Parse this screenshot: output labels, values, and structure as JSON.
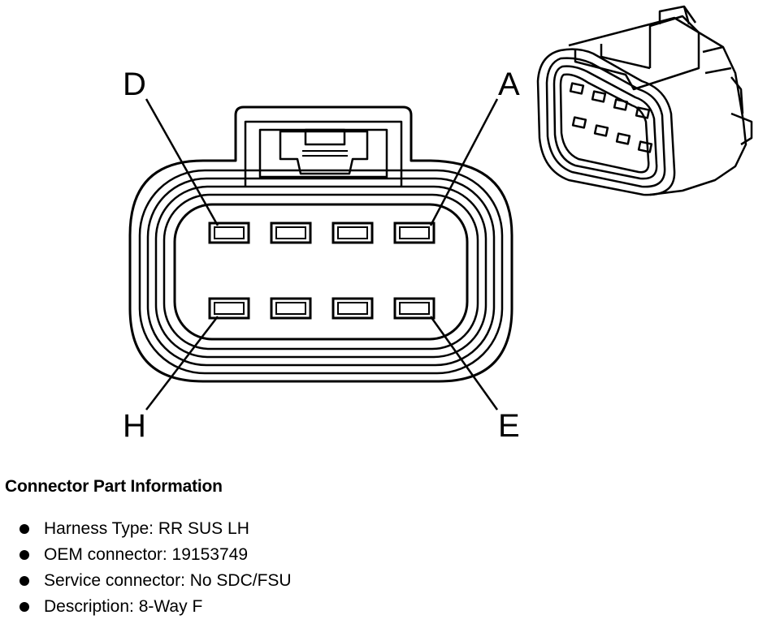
{
  "diagram": {
    "pin_labels": {
      "d": "D",
      "a": "A",
      "h": "H",
      "e": "E"
    },
    "pin_count": 8,
    "colors": {
      "line": "#000000",
      "background": "#ffffff"
    }
  },
  "info": {
    "title": "Connector Part Information",
    "items": [
      {
        "text": "Harness Type: RR SUS LH"
      },
      {
        "text": "OEM connector: 19153749"
      },
      {
        "text": "Service connector: No SDC/FSU"
      },
      {
        "text": "Description: 8-Way F"
      }
    ]
  }
}
